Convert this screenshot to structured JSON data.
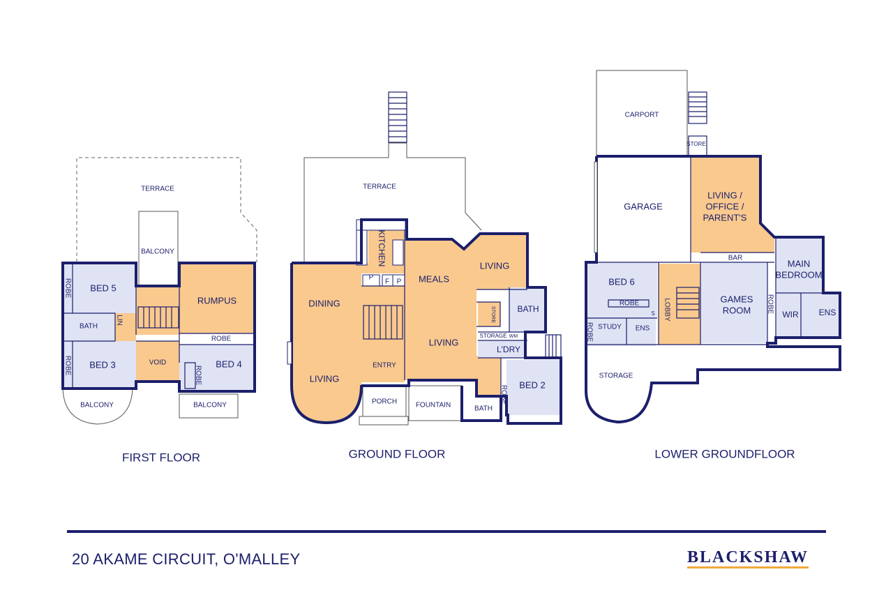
{
  "floors": {
    "first": {
      "title": "FIRST FLOOR",
      "rooms": {
        "terrace": "TERRACE",
        "balcony_top": "BALCONY",
        "bed5": "BED 5",
        "robe_bed5": "ROBE",
        "rumpus": "RUMPUS",
        "bath": "BATH",
        "lin": "LIN",
        "robe_mid": "ROBE",
        "bed3": "BED 3",
        "robe_bed3": "ROBE",
        "void": "VOID",
        "robe_bed4": "ROBE",
        "bed4": "BED 4",
        "balcony_left": "BALCONY",
        "balcony_right": "BALCONY"
      }
    },
    "ground": {
      "title": "GROUND FLOOR",
      "rooms": {
        "terrace": "TERRACE",
        "kitchen": "KITCHEN",
        "p1": "P",
        "p2": "P",
        "f": "F",
        "meals": "MEALS",
        "living_top": "LIVING",
        "dining": "DINING",
        "living_center": "LIVING",
        "living_left": "LIVING",
        "store": "STORE",
        "bath": "BATH",
        "storage": "STORAGE",
        "wm": "WM",
        "ldry": "L'DRY",
        "entry": "ENTRY",
        "porch": "PORCH",
        "fountain": "FOUNTAIN",
        "bath_small": "BATH",
        "robe": "ROBE",
        "bed2": "BED 2"
      }
    },
    "lower": {
      "title": "LOWER GROUNDFLOOR",
      "rooms": {
        "carport": "CARPORT",
        "store": "STORE",
        "garage": "GARAGE",
        "living_office_1": "LIVING /",
        "living_office_2": "OFFICE /",
        "living_office_3": "PARENT'S",
        "bar": "BAR",
        "main_bedroom_1": "MAIN",
        "main_bedroom_2": "BEDROOM",
        "bed6": "BED 6",
        "robe": "ROBE",
        "s": "S",
        "lobby": "LOBBY",
        "games_1": "GAMES",
        "games_2": "ROOM",
        "robe_right": "ROBE",
        "wir": "WIR",
        "ens_right": "ENS",
        "robe_left": "ROBE",
        "study": "STUDY",
        "ens_small": "ENS",
        "storage": "STORAGE"
      }
    }
  },
  "footer": {
    "address": "20 AKAME CIRCUIT, O'MALLEY",
    "brand": "BLACKSHAW"
  },
  "colors": {
    "wall": "#1b1f6b",
    "living": "#f9c98e",
    "bedroom": "#dfe3f4",
    "accent": "#f2a93b"
  }
}
